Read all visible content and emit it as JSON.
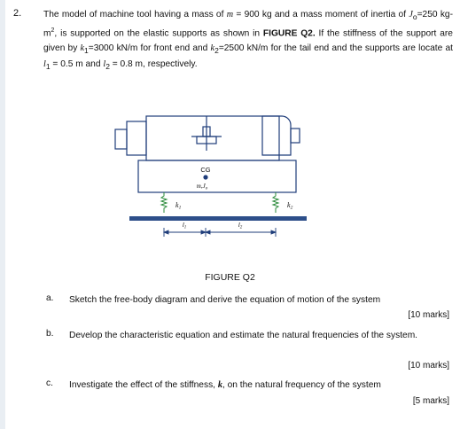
{
  "question": {
    "number": "2.",
    "intro": {
      "p1": "The model of machine tool having a mass of",
      "m_sym": "m",
      "p2": "= 900 kg and a mass moment of inertia of",
      "j_sym": "J",
      "j_sub": "o",
      "p3": "=250 kg-m",
      "p3_sup": "2",
      "p4": ", is supported on the elastic supports as shown in",
      "figure_ref": "FIGURE Q2.",
      "p5": "If the stiffness of the support are given by",
      "k1_sym": "k",
      "k1_sub": "1",
      "p6": "=3000 kN/m for front end and",
      "k2_sym": "k",
      "k2_sub": "2",
      "p7": "=2500 kN/m for the tail end and the supports are locate at",
      "l1_sym": "l",
      "l1_sub": "1",
      "p8": "= 0.5 m and",
      "l2_sym": "l",
      "l2_sub": "2",
      "p9": "= 0.8  m, respectively."
    }
  },
  "figure": {
    "cg_label": "CG",
    "mass_label": "m,J",
    "mass_sub": "o",
    "k1_label": "k",
    "k1_sub": "1",
    "k2_label": "k",
    "k2_sub": "2",
    "l1_label": "l",
    "l1_sub": "1",
    "l2_label": "l",
    "l2_sub": "2",
    "caption": "FIGURE Q2"
  },
  "parts": [
    {
      "letter": "a.",
      "text": "Sketch the free-body diagram and derive the equation of motion of the system",
      "marks": "[10 marks]"
    },
    {
      "letter": "b.",
      "text": "Develop the characteristic equation and estimate the natural frequencies of the system.",
      "marks": "[10 marks]"
    },
    {
      "letter": "c.",
      "text_pre": "Investigate the effect of the stiffness,",
      "k_sym": "k",
      "text_post": ", on the natural frequency of the system",
      "marks": "[5 marks]"
    }
  ]
}
